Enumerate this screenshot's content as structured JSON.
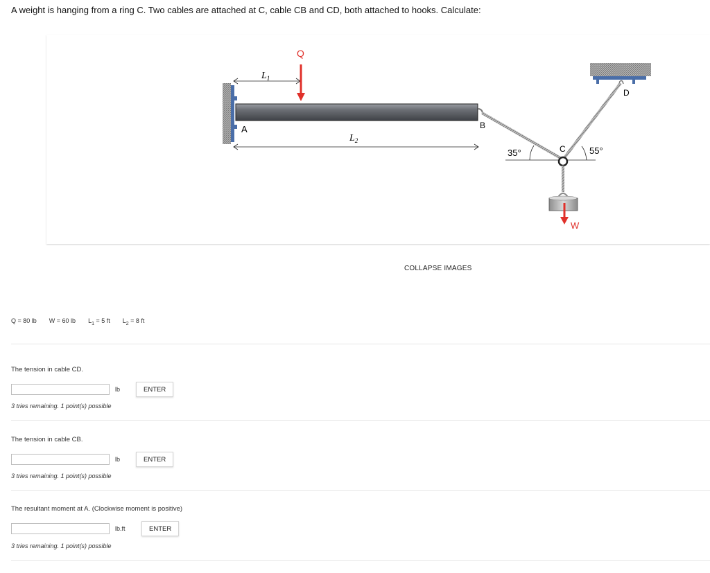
{
  "prompt": "A weight is hanging from a ring C. Two cables are attached at C, cable CB and CD, both attached to hooks. Calculate:",
  "figure": {
    "label_Q": "Q",
    "label_L1": "L",
    "label_L1_sub": "1",
    "label_L2": "L",
    "label_L2_sub": "2",
    "label_A": "A",
    "label_B": "B",
    "label_C": "C",
    "label_D": "D",
    "label_W": "W",
    "angle_left": "35°",
    "angle_right": "55°",
    "colors": {
      "force_arrow": "#e0302a",
      "beam": "#5f6268",
      "wall_plate": "#4a6ea8"
    }
  },
  "collapse_label": "COLLAPSE IMAGES",
  "givens": [
    {
      "text": "Q = 80 lb"
    },
    {
      "text": "W = 60 lb"
    },
    {
      "text": "L",
      "sub": "1",
      "rest": " = 5 ft"
    },
    {
      "text": "L",
      "sub": "2",
      "rest": " = 8 ft"
    }
  ],
  "questions": [
    {
      "prompt": "The tension in cable CD.",
      "value": "",
      "unit": "lb",
      "button": "ENTER",
      "tries": "3 tries remaining. 1 point(s) possible"
    },
    {
      "prompt": "The tension in cable CB.",
      "value": "",
      "unit": "lb",
      "button": "ENTER",
      "tries": "3 tries remaining. 1 point(s) possible"
    },
    {
      "prompt": "The resultant moment at A. (Clockwise moment is positive)",
      "value": "",
      "unit": "lb.ft",
      "button": "ENTER",
      "tries": "3 tries remaining. 1 point(s) possible"
    }
  ]
}
